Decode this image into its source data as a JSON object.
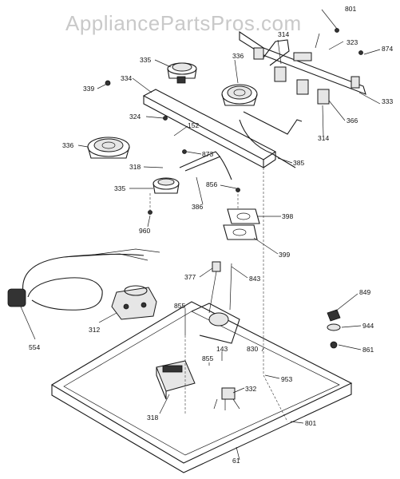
{
  "watermark": "AppliancePartsPros.com",
  "callouts": [
    {
      "id": "c801a",
      "text": "801"
    },
    {
      "id": "c323",
      "text": "323"
    },
    {
      "id": "c874",
      "text": "874"
    },
    {
      "id": "c314a",
      "text": "314"
    },
    {
      "id": "c335a",
      "text": "335"
    },
    {
      "id": "c336a",
      "text": "336"
    },
    {
      "id": "c339",
      "text": "339"
    },
    {
      "id": "c334",
      "text": "334"
    },
    {
      "id": "c333",
      "text": "333"
    },
    {
      "id": "c366",
      "text": "366"
    },
    {
      "id": "c314b",
      "text": "314"
    },
    {
      "id": "c324",
      "text": "324"
    },
    {
      "id": "c152",
      "text": "152"
    },
    {
      "id": "c336b",
      "text": "336"
    },
    {
      "id": "c873",
      "text": "873"
    },
    {
      "id": "c385",
      "text": "385"
    },
    {
      "id": "c318a",
      "text": "318"
    },
    {
      "id": "c335b",
      "text": "335"
    },
    {
      "id": "c856",
      "text": "856"
    },
    {
      "id": "c386",
      "text": "386"
    },
    {
      "id": "c398",
      "text": "398"
    },
    {
      "id": "c960",
      "text": "960"
    },
    {
      "id": "c399",
      "text": "399"
    },
    {
      "id": "c377",
      "text": "377"
    },
    {
      "id": "c843",
      "text": "843"
    },
    {
      "id": "c849",
      "text": "849"
    },
    {
      "id": "c855a",
      "text": "855"
    },
    {
      "id": "c312",
      "text": "312"
    },
    {
      "id": "c944",
      "text": "944"
    },
    {
      "id": "c554",
      "text": "554"
    },
    {
      "id": "c143",
      "text": "143"
    },
    {
      "id": "c830",
      "text": "830"
    },
    {
      "id": "c861",
      "text": "861"
    },
    {
      "id": "c855b",
      "text": "855"
    },
    {
      "id": "c953",
      "text": "953"
    },
    {
      "id": "c332",
      "text": "332"
    },
    {
      "id": "c318b",
      "text": "318"
    },
    {
      "id": "c801b",
      "text": "801"
    },
    {
      "id": "c61",
      "text": "61"
    }
  ]
}
